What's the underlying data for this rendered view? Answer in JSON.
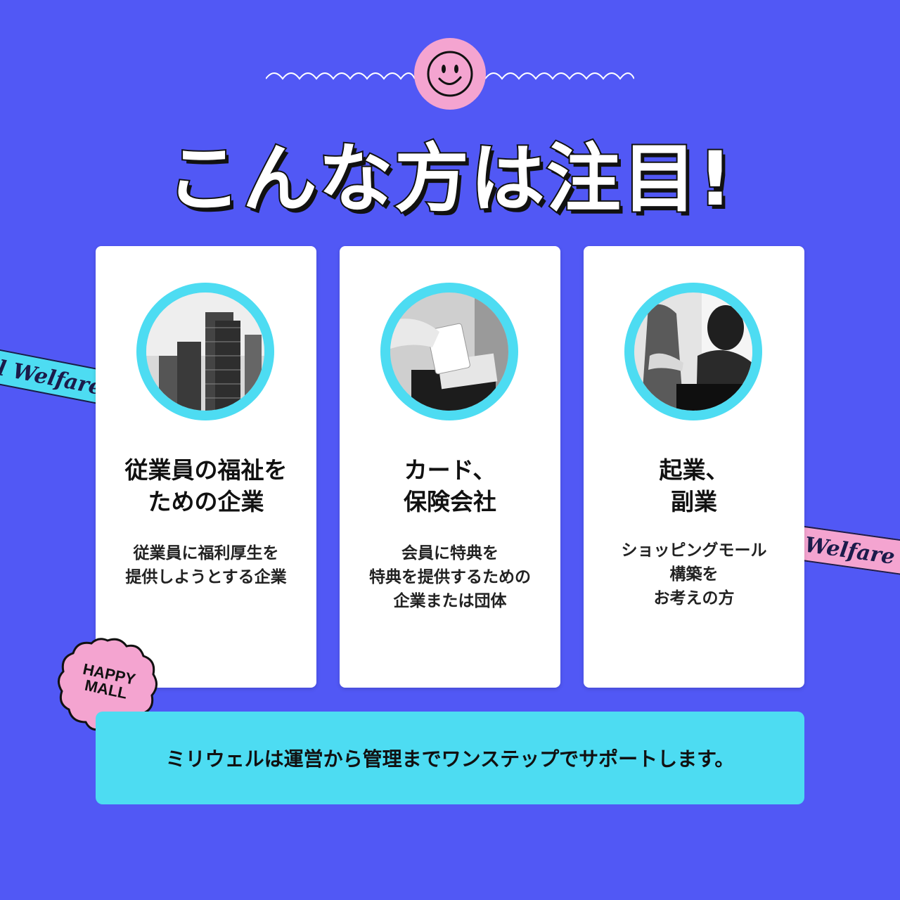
{
  "header": {
    "title": "こんな方は注目!"
  },
  "ribbons": {
    "left": "l Welfare",
    "right": "Welfare m"
  },
  "cards": [
    {
      "title": "従業員の福祉を\nための企業",
      "description": "従業員に福利厚生を\n提供しようとする企業",
      "photo_icon": "skyscraper-photo"
    },
    {
      "title": "カード、\n保険会社",
      "description": "会員に特典を\n特典を提供するための\n企業または団体",
      "photo_icon": "card-payment-photo"
    },
    {
      "title": "起業、\n副業",
      "description": "ショッピングモール\n構築を\nお考えの方",
      "photo_icon": "business-meeting-photo"
    }
  ],
  "badge": {
    "text": "HAPPY\nMALL"
  },
  "footer": {
    "text": "ミリウェルは運営から管理までワンステップでサポートします。"
  },
  "colors": {
    "background": "#5158f5",
    "accent_cyan": "#4ddcf2",
    "accent_pink": "#f4a4d0"
  }
}
